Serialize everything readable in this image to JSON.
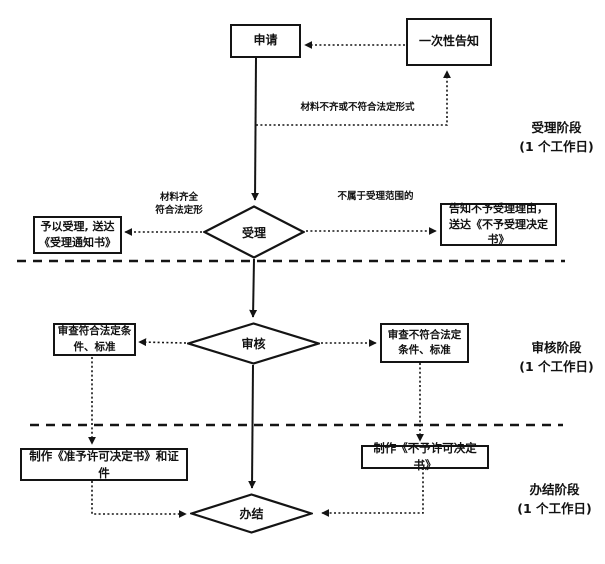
{
  "colors": {
    "line": "#141414",
    "background": "#ffffff"
  },
  "nodes": {
    "apply": {
      "label": "申请"
    },
    "notify": {
      "label": "一次性告知"
    },
    "accept_yes": {
      "label": "予以受理, 送达《受理通知书》"
    },
    "accept_no": {
      "label": "告知不予受理理由，送达《不予受理决定书》"
    },
    "review_pass": {
      "label": "审查符合法定条件、标准"
    },
    "review_fail": {
      "label": "审查不符合法定条件、标准"
    },
    "make_permit": {
      "label": "制作《准予许可决定书》和证件"
    },
    "make_denial": {
      "label": "制作《不予许可决定书》"
    }
  },
  "decisions": {
    "accept": {
      "label": "受理"
    },
    "review": {
      "label": "审核"
    },
    "close": {
      "label": "办结"
    }
  },
  "edge_labels": {
    "materials_incomplete": "材料不齐或不符合法定形式",
    "materials_complete_line1": "材料齐全",
    "materials_complete_line2": "符合法定形",
    "not_in_scope": "不属于受理范围的"
  },
  "stages": {
    "accept": {
      "name": "受理阶段",
      "duration": "(1 个工作日)"
    },
    "review": {
      "name": "审核阶段",
      "duration": "(1 个工作日)"
    },
    "close": {
      "name": "办结阶段",
      "duration": "(1 个工作日)"
    }
  }
}
